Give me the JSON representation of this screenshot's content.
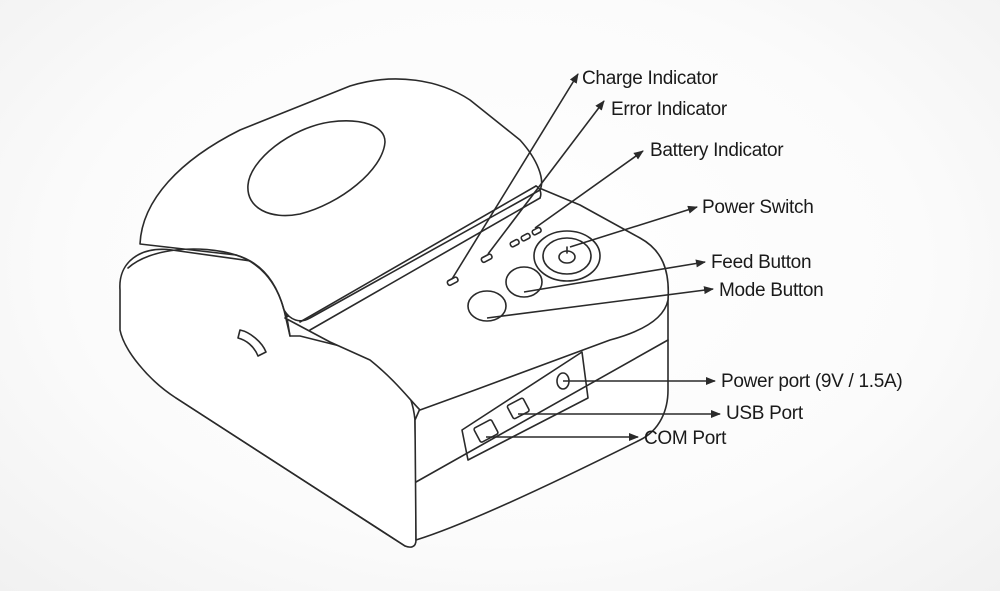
{
  "labels": {
    "charge_indicator": "Charge Indicator",
    "error_indicator": "Error Indicator",
    "battery_indicator": "Battery Indicator",
    "power_switch": "Power Switch",
    "feed_button": "Feed Button",
    "mode_button": "Mode Button",
    "power_port": "Power port (9V / 1.5A)",
    "usb_port": "USB Port",
    "com_port": "COM Port"
  },
  "colors": {
    "line": "#2a2a2a",
    "text": "#1a1a1a",
    "body": "#ffffff"
  }
}
